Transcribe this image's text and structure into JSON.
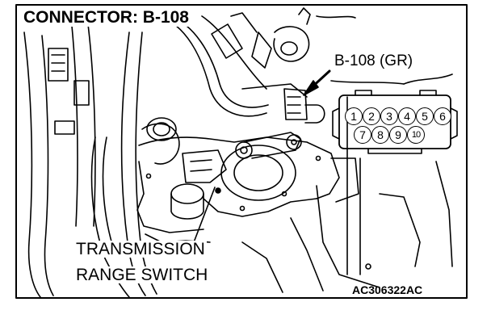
{
  "diagram": {
    "title": "CONNECTOR: B-108",
    "connector_label": "B-108 (GR)",
    "component_label_line1": "TRANSMISSION",
    "component_label_line2": "RANGE SWITCH",
    "figure_code": "AC306322AC",
    "connector_pins": {
      "top_row": [
        "1",
        "2",
        "3",
        "4",
        "5",
        "6"
      ],
      "bottom_row": [
        "7",
        "8",
        "9",
        "10"
      ]
    },
    "colors": {
      "line": "#000000",
      "background": "#ffffff"
    }
  }
}
